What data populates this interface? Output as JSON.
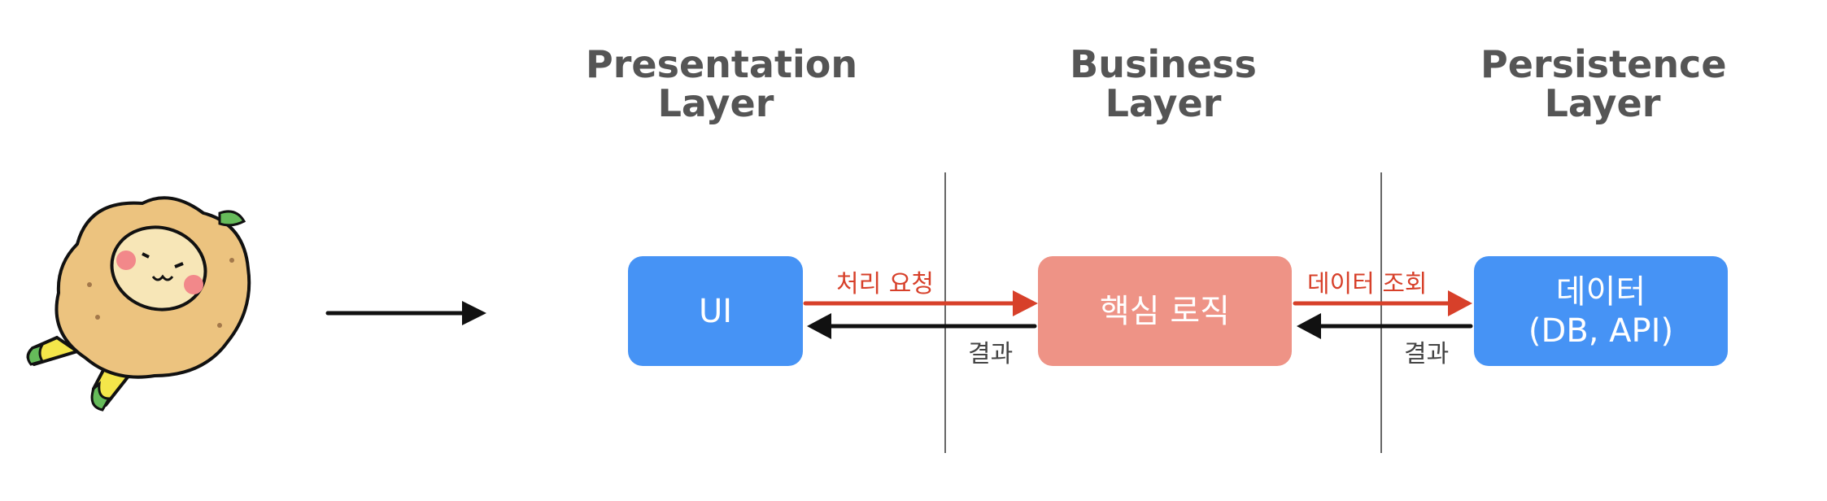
{
  "layers": [
    {
      "line1": "Presentation",
      "line2": "Layer"
    },
    {
      "line1": "Business",
      "line2": "Layer"
    },
    {
      "line1": "Persistence",
      "line2": "Layer"
    }
  ],
  "boxes": {
    "ui": {
      "label": "UI",
      "color": "#4693f5"
    },
    "core": {
      "label": "핵심 로직",
      "color": "#ee9386"
    },
    "data": {
      "line1": "데이터",
      "line2": "(DB, API)",
      "color": "#4693f5"
    }
  },
  "arrows": {
    "request_label": "처리 요청",
    "result_label_1": "결과",
    "query_label": "데이터 조회",
    "result_label_2": "결과",
    "request_color": "#d7402a",
    "result_color": "#111111"
  },
  "character": {
    "icon": "potato-mascot-icon"
  }
}
